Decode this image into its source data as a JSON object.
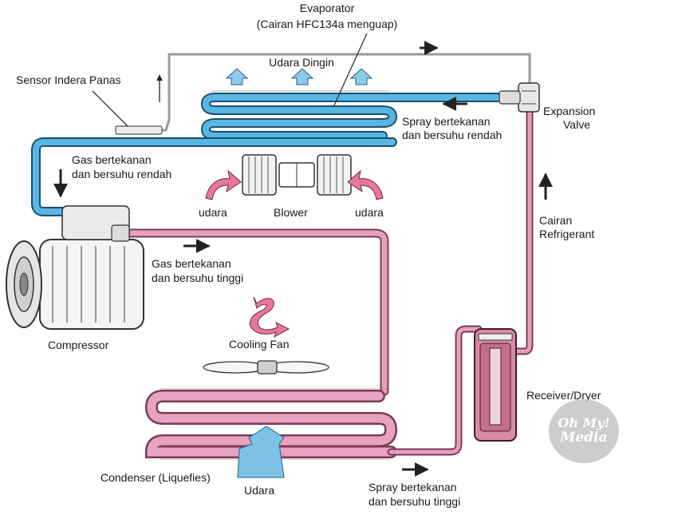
{
  "labels": {
    "evaporator_title": "Evaporator",
    "evaporator_subtitle": "(Cairan HFC134a menguap)",
    "cold_air": "Udara Dingin",
    "heat_sensor": "Sensor Indera Panas",
    "expansion_valve": [
      "Expansion",
      "Valve"
    ],
    "low_spray": [
      "Spray bertekanan",
      "dan bersuhu rendah"
    ],
    "low_gas": [
      "Gas bertekanan",
      "dan bersuhu rendah"
    ],
    "air_left": "udara",
    "blower": "Blower",
    "air_right": "udara",
    "liquid_refrigerant": [
      "Cairan",
      "Refrigerant"
    ],
    "high_gas": [
      "Gas bertekanan",
      "dan bersuhu tinggi"
    ],
    "compressor": "Compressor",
    "cooling_fan": "Cooling Fan",
    "receiver_dryer": "Receiver/Dryer",
    "condenser": "Condenser (Liquefies)",
    "air_bottom": "Udara",
    "high_spray": [
      "Spray bertekanan",
      "dan bersuhu tinggi"
    ]
  },
  "watermark": [
    "Oh My!",
    "Media"
  ],
  "colors": {
    "low_pressure_line": "#4fb3df",
    "high_pressure_line": "#e39ab8",
    "sensor_line": "#9a9a9a",
    "air_flow": "#e8769f",
    "cold_air_arrow": "#7cc2e6"
  }
}
